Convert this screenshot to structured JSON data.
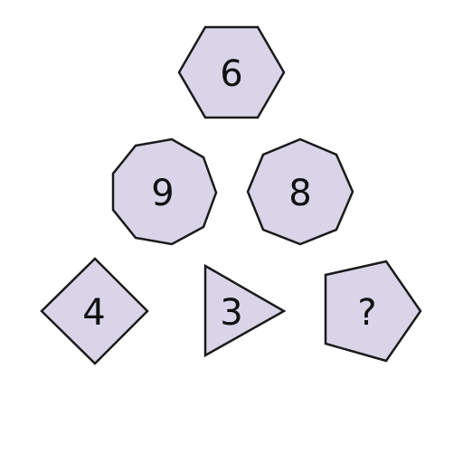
{
  "puzzle": {
    "pieces": [
      {
        "id": "hexagon",
        "shape": "hexagon",
        "label": "6"
      },
      {
        "id": "nonagon",
        "shape": "nonagon",
        "label": "9"
      },
      {
        "id": "octagon",
        "shape": "octagon",
        "label": "8"
      },
      {
        "id": "diamond",
        "shape": "square",
        "label": "4"
      },
      {
        "id": "triangle",
        "shape": "triangle",
        "label": "3"
      },
      {
        "id": "pentagon",
        "shape": "pentagon",
        "label": "?"
      }
    ],
    "colors": {
      "fill": "#d9d4e8",
      "stroke": "#1a1a1a",
      "text": "#111111",
      "background": "#ffffff"
    }
  }
}
